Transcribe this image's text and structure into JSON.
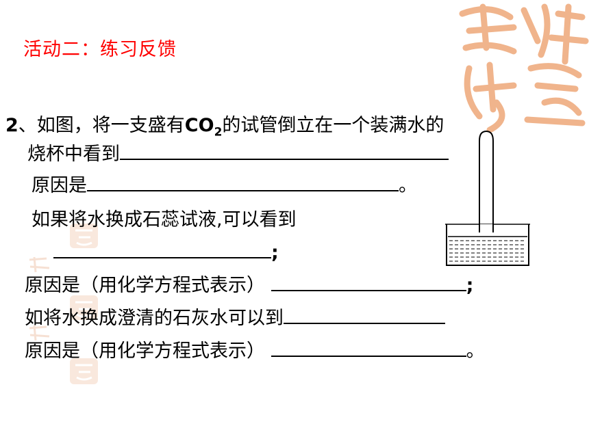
{
  "heading": "活动二：练习反馈",
  "question": {
    "number": "2",
    "line1_before": "、如图，将一支盛有",
    "formula_main": "CO",
    "formula_sub": "2",
    "line1_after": "的试管倒立在一个装满水的",
    "line2": "烧杯中看到",
    "line3": "原因是",
    "line3_end": "。",
    "line4": "如果将水换成石蕊试液,可以看到",
    "line5_end": ";",
    "line6": "原因是（用化学方程式表示）",
    "line6_end": ";",
    "line7": "如将水换成澄清的石灰水可以到",
    "line8": "原因是（用化学方程式表示）",
    "line8_end": "。"
  },
  "colors": {
    "heading": "#ff0000",
    "seal": "#f0b48c"
  }
}
